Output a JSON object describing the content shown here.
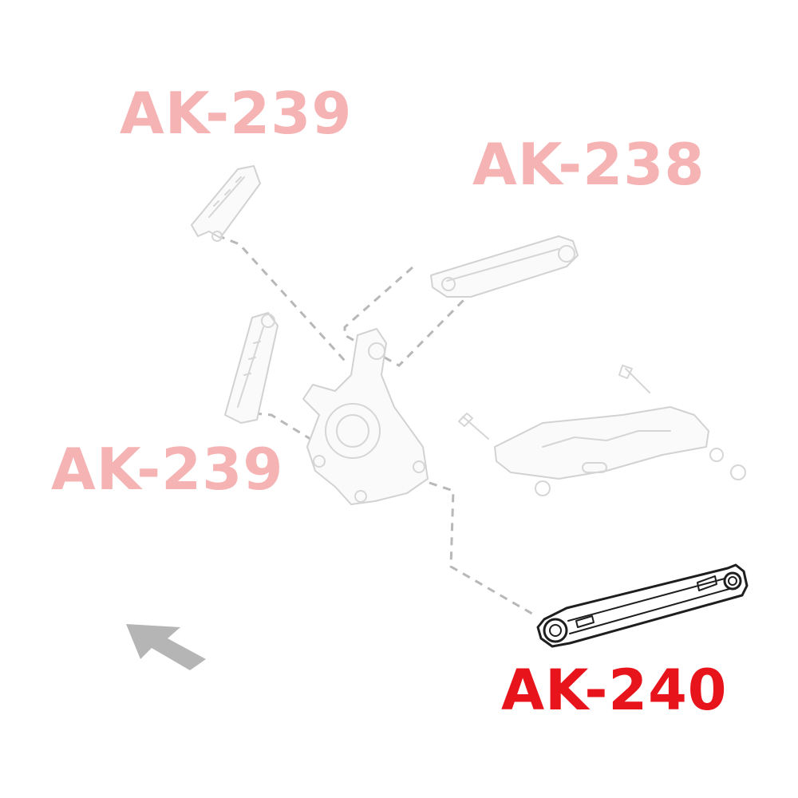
{
  "labels": {
    "ak239_top": "AK-239",
    "ak238": "AK-238",
    "ak239_left": "AK-239",
    "ak240": "AK-240"
  },
  "colors": {
    "highlight_label": "#e8141b",
    "faded_label": "#f6b3b3",
    "ghost_line": "#d6d6d6",
    "leader_dash": "#b8b8b8",
    "arrow": "#b5b5b5",
    "active_part": "#1e1e1e"
  },
  "icons": {
    "direction_arrow": "front-direction-arrow-icon"
  }
}
